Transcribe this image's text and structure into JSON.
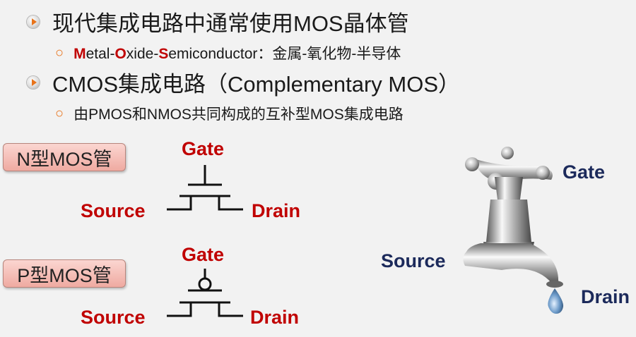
{
  "lines": {
    "l1": "现代集成电路中通常使用MOS晶体管",
    "l2": {
      "m": "M",
      "etal": "etal-",
      "o": "O",
      "xide": "xide-",
      "s": "S",
      "emi": "emiconductor：金属-氧化物-半导体"
    },
    "l3": "CMOS集成电路（Complementary MOS）",
    "l4": "由PMOS和NMOS共同构成的互补型MOS集成电路"
  },
  "nmos": {
    "label": "N型MOS管",
    "gate": "Gate",
    "source": "Source",
    "drain": "Drain"
  },
  "pmos": {
    "label": "P型MOS管",
    "gate": "Gate",
    "source": "Source",
    "drain": "Drain"
  },
  "faucet": {
    "gate": "Gate",
    "source": "Source",
    "drain": "Drain"
  },
  "colors": {
    "accent": "#e8731a",
    "term_red": "#c00000",
    "navy": "#1c2a5b",
    "label_pink": "#f4b8b0"
  },
  "icons": [
    "play-bullet-icon",
    "faucet-icon",
    "water-drop-icon"
  ]
}
